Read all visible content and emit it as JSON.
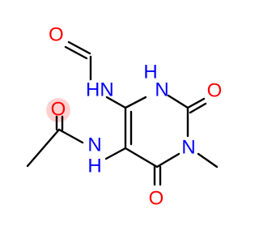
{
  "structure": {
    "colors": {
      "background": "#ffffff",
      "bond": "#000000",
      "oxygen": "#ff0000",
      "nitrogen": "#0000ff",
      "highlight": "#ff9999"
    },
    "atoms": {
      "o_formyl": {
        "text": "O",
        "element": "oxygen"
      },
      "nh_formamide": {
        "text": "HN",
        "element": "nitrogen"
      },
      "nh_ring": {
        "text": "H",
        "element": "nitrogen"
      },
      "n_ring_top": {
        "text": "N",
        "element": "nitrogen"
      },
      "o_carbonyl_right": {
        "text": "O",
        "element": "oxygen"
      },
      "n_ring_bottom": {
        "text": "N",
        "element": "nitrogen"
      },
      "nh_acetamide": {
        "text": "N",
        "element": "nitrogen"
      },
      "h_acetamide": {
        "text": "H",
        "element": "nitrogen"
      },
      "o_acetyl": {
        "text": "O",
        "element": "oxygen"
      },
      "o_carbonyl_bottom": {
        "text": "O",
        "element": "oxygen"
      }
    }
  }
}
